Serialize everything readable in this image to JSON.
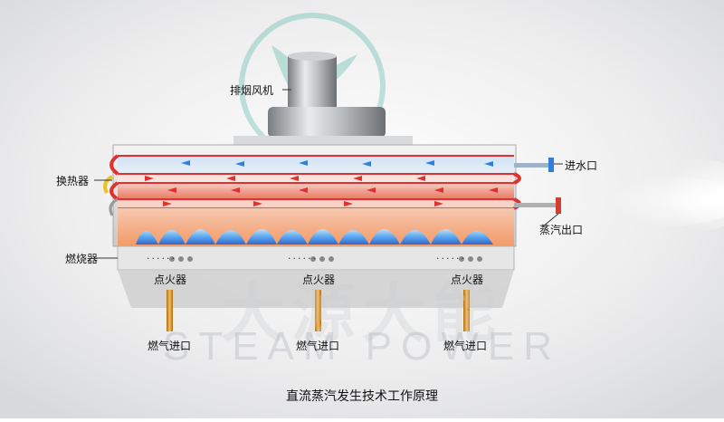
{
  "labels": {
    "fan": "排烟风机",
    "heat_exchanger": "换热器",
    "water_inlet": "进水口",
    "steam_outlet": "蒸汽出口",
    "burner": "燃烧器"
  },
  "igniters": [
    {
      "label": "点火器"
    },
    {
      "label": "点火器"
    },
    {
      "label": "点火器"
    }
  ],
  "gas_inlets": [
    {
      "label": "燃气进口"
    },
    {
      "label": "燃气进口"
    },
    {
      "label": "燃气进口"
    }
  ],
  "dots_text": "......",
  "watermark": {
    "text": "STEAM POWER",
    "cn": "大源大能"
  },
  "caption": "直流蒸汽发生技术工作原理",
  "colors": {
    "hot_pipe": "#e03030",
    "cold_flow": "#2f7fe0",
    "flame": "#3aa0ff",
    "casing": "#d8d8d8",
    "gas_pipe": "#d9962a"
  }
}
